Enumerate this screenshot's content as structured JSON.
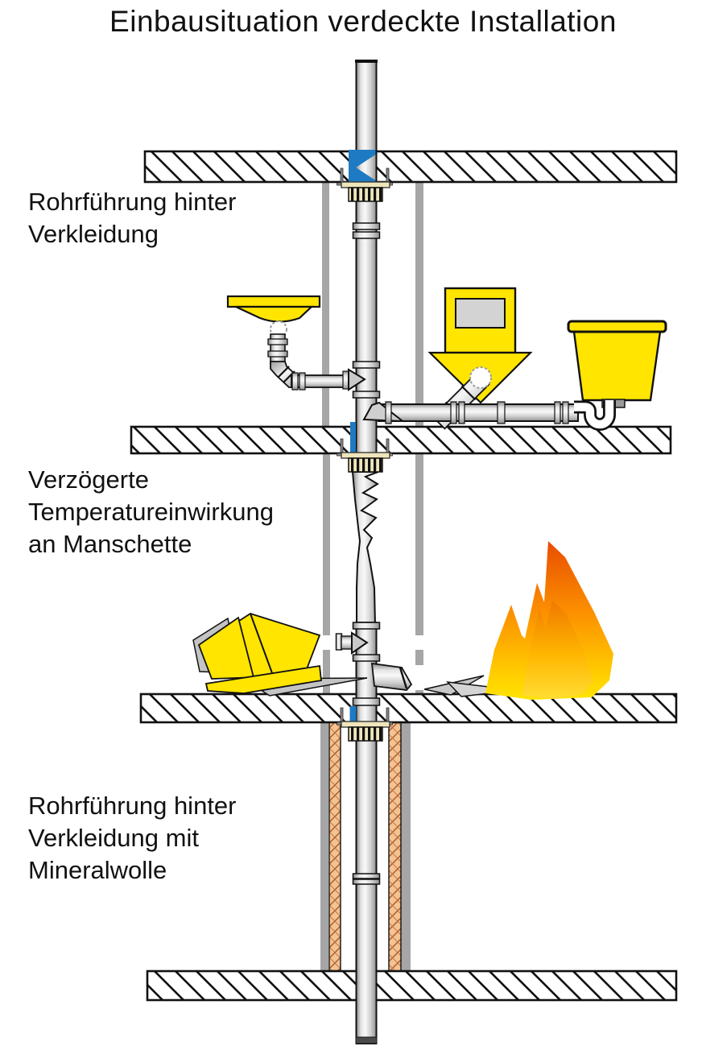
{
  "title": "Einbausituation verdeckte Installation",
  "labels": {
    "concealed_top": {
      "lines": [
        "Rohrführung hinter",
        "Verkleidung"
      ]
    },
    "delayed_temp": {
      "lines": [
        "Verzögerte",
        "Temperatureinwirkung",
        "an Manschette"
      ]
    },
    "concealed_wool": {
      "lines": [
        "Rohrführung hinter",
        "Verkleidung mit",
        "Mineralwolle"
      ]
    }
  },
  "colors": {
    "fixture_yellow": "#FFE500",
    "seal_blue": "#1E7AC2",
    "collar_beige": "#EFE5BB",
    "cladding_gray": "#A6A6A6",
    "pipe_gray": "#C8C8C8",
    "mineral_wool": "#F5C292",
    "wool_hatch": "#A85A28",
    "flame_tip_orange": "#E84D00",
    "flame_base_yellow": "#FFE400",
    "line_black": "#111111"
  }
}
